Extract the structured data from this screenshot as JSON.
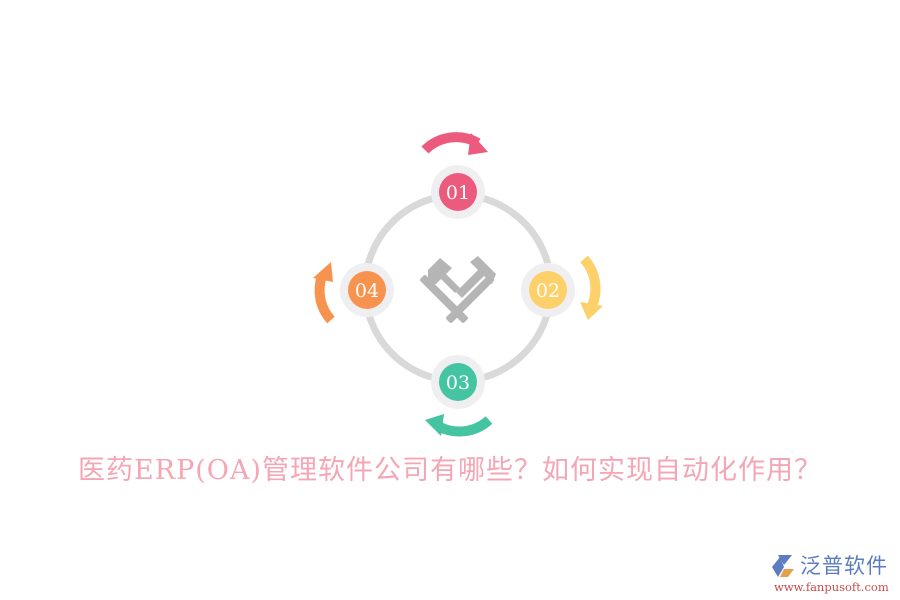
{
  "diagram": {
    "center_icon": "crossed-hammers-icon",
    "nodes": [
      {
        "id": "01",
        "label": "01",
        "color": "#ec5a7d",
        "position": "top",
        "arrow": "clockwise-arrow"
      },
      {
        "id": "02",
        "label": "02",
        "color": "#fdd06a",
        "position": "right",
        "arrow": "clockwise-arrow"
      },
      {
        "id": "03",
        "label": "03",
        "color": "#45c4a2",
        "position": "bottom",
        "arrow": "clockwise-arrow"
      },
      {
        "id": "04",
        "label": "04",
        "color": "#f7934f",
        "position": "left",
        "arrow": "clockwise-arrow"
      }
    ],
    "ring_color": "#d9d9d9",
    "node_halo_color": "#efeff1",
    "icon_color": "#b5b5b5"
  },
  "title": "医药ERP(OA)管理软件公司有哪些？如何实现自动化作用？",
  "title_color": "#f4a6b4",
  "logo": {
    "name": "泛普软件",
    "url": "www.fanpusoft.com",
    "name_color": "#5b7cbf",
    "url_color": "#c94b4b"
  }
}
